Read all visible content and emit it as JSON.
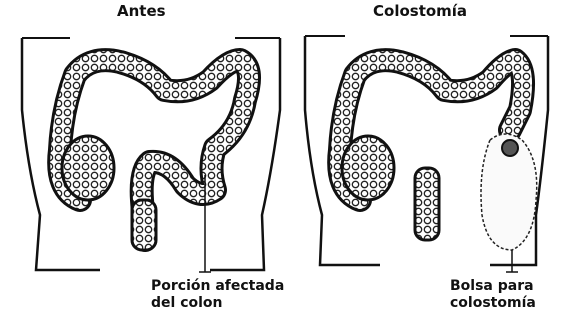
{
  "left_panel": {
    "title": "Antes"
  },
  "right_panel": {
    "title": "Colostomía"
  },
  "labels": {
    "affected": {
      "line1": "Porción afectada",
      "line2": "del colon"
    },
    "bag": {
      "line1": "Bolsa para",
      "line2": "colostomía"
    }
  },
  "colors": {
    "ink": "#111111",
    "background": "#ffffff"
  }
}
